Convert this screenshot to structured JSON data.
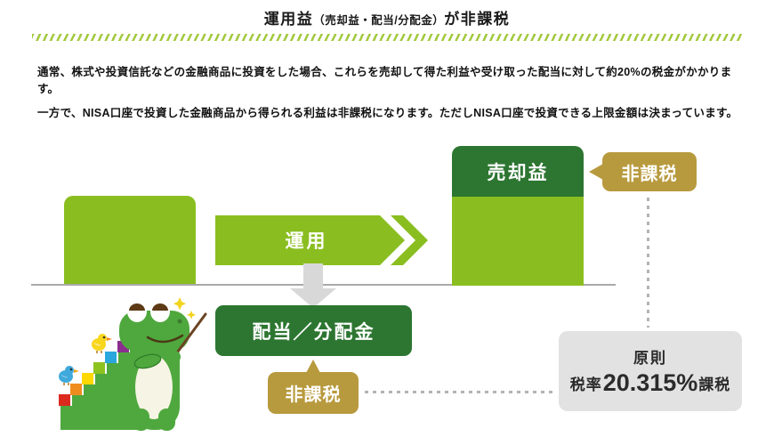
{
  "title": {
    "prefix": "運用益",
    "paren": "（売却益・配当/分配金）",
    "suffix": "が非課税"
  },
  "paragraphs": [
    "通常、株式や投資信託などの金融商品に投資をした場合、これらを売却して得た利益や受け取った配当に対して約20%の税金がかかります。",
    "一方で、NISA口座で投資した金融商品から得られる利益は非課税になります。ただしNISA口座で投資できる上限金額は決まっています。"
  ],
  "diagram": {
    "operation_arrow_label": "運用",
    "sale_profit_label": "売却益",
    "dividend_label": "配当／分配金",
    "tax_free_sale_label": "非課税",
    "tax_free_dividend_label": "非課税",
    "principle": {
      "line1": "原則",
      "rate_prefix": "税率",
      "rate_value": "20.315%",
      "rate_suffix": "課税"
    }
  },
  "icons": {
    "mascot": "crocodile-with-stair-tail-birds-and-pointer-mascot"
  },
  "colors": {
    "light_green": "#8abe20",
    "dark_green": "#2d7631",
    "gold": "#b89a3e",
    "gray_box": "#e2e2e2",
    "gray_arrow": "#d8d8d8",
    "stripe_green": "#a3c93f",
    "baseline_gray": "#a9a9a9"
  }
}
